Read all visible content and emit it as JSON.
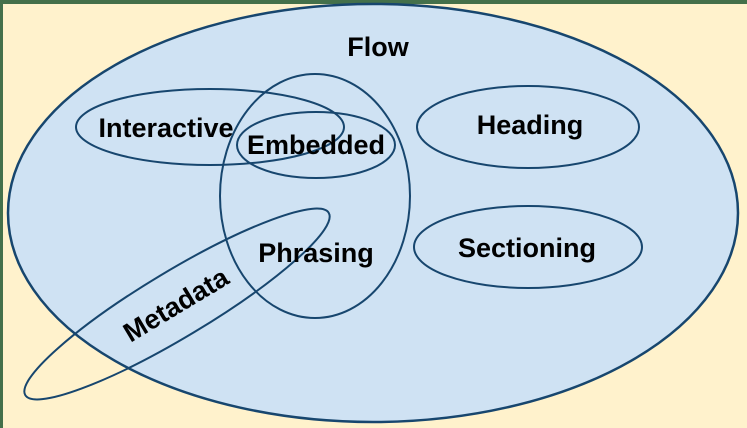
{
  "diagram": {
    "labels": {
      "flow": "Flow",
      "interactive": "Interactive",
      "embedded": "Embedded",
      "heading": "Heading",
      "phrasing": "Phrasing",
      "sectioning": "Sectioning",
      "metadata": "Metadata"
    }
  },
  "colors": {
    "page_background": "#FFF2CC",
    "window_border": "#44704A",
    "region_fill": "#CFE2F3",
    "ellipse_stroke": "#17466E",
    "label_text": "#000000"
  }
}
